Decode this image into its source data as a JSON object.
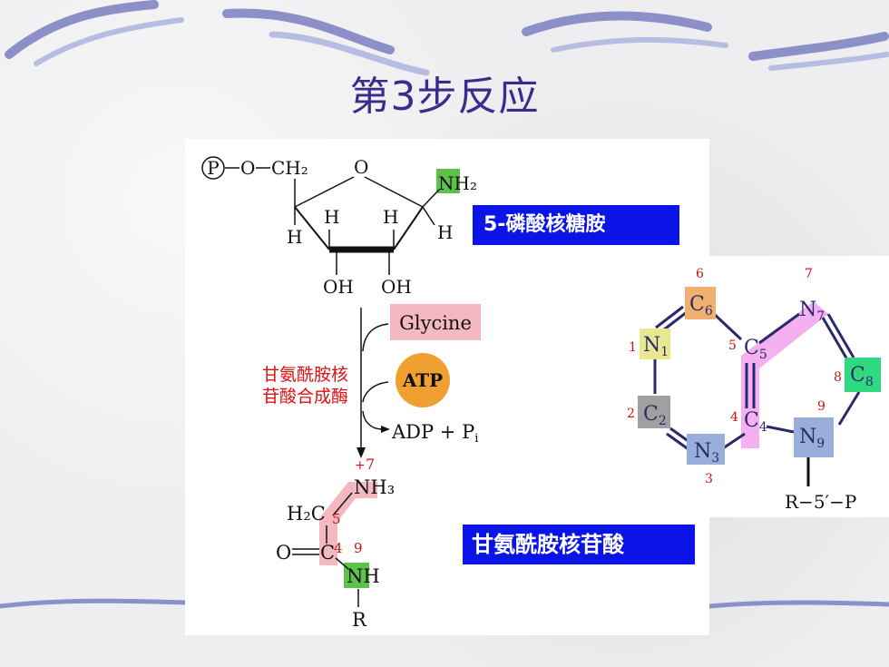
{
  "slide": {
    "title": "第3步反应"
  },
  "ribose": {
    "phosphate": "P",
    "o_link": "O",
    "ch2": "CH₂",
    "ring_o": "O",
    "nh2": "NH₂",
    "h1": "H",
    "h2": "H",
    "h3": "H",
    "h4": "H",
    "oh_left": "OH",
    "oh_right": "OH"
  },
  "labels": {
    "ribose_name": "5-磷酸核糖胺",
    "product_name": "甘氨酰胺核苷酸"
  },
  "reaction": {
    "glycine": "Glycine",
    "atp": "ATP",
    "products": "ADP + P",
    "products_sub": "i",
    "enzyme_line1": "甘氨酰胺核",
    "enzyme_line2": "苷酸合成酶"
  },
  "product": {
    "plus": "+",
    "num7": "7",
    "nh3": "NH₃",
    "h2c": "H₂C",
    "c5": "5",
    "o_double": "O",
    "c_carbonyl": "C",
    "num4": "4",
    "num9": "9",
    "nh": "NH",
    "r": "R"
  },
  "purine": {
    "n1": "N",
    "n1_sub": "1",
    "c2": "C",
    "c2_sub": "2",
    "n3": "N",
    "n3_sub": "3",
    "c4": "C",
    "c4_sub": "4",
    "c5": "C",
    "c5_sub": "5",
    "c6": "C",
    "c6_sub": "6",
    "n7": "N",
    "n7_sub": "7",
    "c8": "C",
    "c8_sub": "8",
    "n9": "N",
    "n9_sub": "9",
    "num1": "1",
    "num2": "2",
    "num3": "3",
    "num4": "4",
    "num5": "5",
    "num6": "6",
    "num7": "7",
    "num8": "8",
    "num9": "9",
    "r_label": "R−5′−P"
  },
  "colors": {
    "title": "#3a2c8c",
    "label_bg": "#0a14e6",
    "pink": "#f4b8c0",
    "green": "#5cc24a",
    "orange": "#f0a030",
    "enzyme": "#e01010",
    "number_red": "#d01010",
    "n1_yellow": "#e8e890",
    "c2_gray": "#a0a0a0",
    "n_blue": "#9aaedc",
    "c6_orange": "#f0b070",
    "c8_green": "#30d880",
    "ring_pink": "#f4b0f0"
  }
}
